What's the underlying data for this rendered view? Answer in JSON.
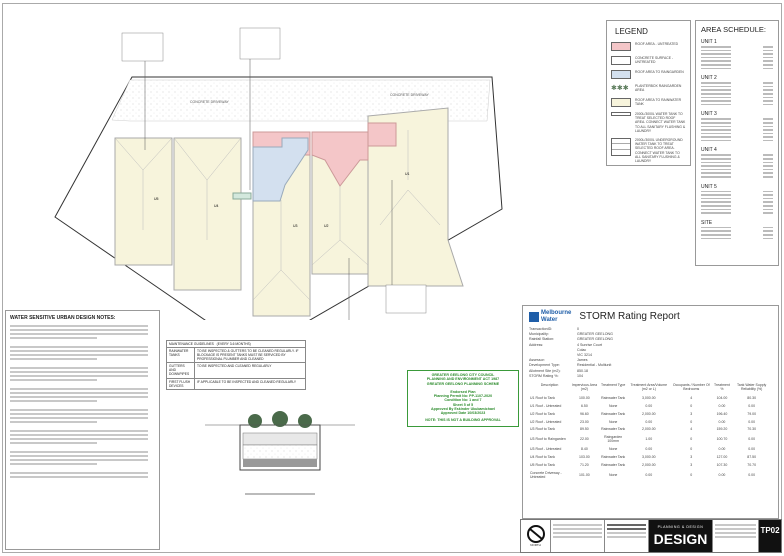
{
  "site_plan": {
    "driveway_labels": [
      "CONCRETE DRIVEWAY",
      "CONCRETE DRIVEWAY"
    ],
    "unit_labels": [
      "U1",
      "U2",
      "U3",
      "U4",
      "U5"
    ]
  },
  "legend": {
    "title": "LEGEND",
    "items": [
      {
        "label": "ROOF AREA - UNTREATED",
        "color": "#f4c6c8"
      },
      {
        "label": "CONCRETE SURFACE - UNTREATED",
        "color": "#ffffff"
      },
      {
        "label": "ROOF AREA TO RAINGARDEN",
        "color": "#d3e0ef"
      },
      {
        "label": "PLANTERBOX RAINGARDEN AREA",
        "color": "#5a7a5a"
      },
      {
        "label": "ROOF AREA TO RAINWATER TANK",
        "color": "#f7f4dc"
      },
      {
        "label": "2000L/3000L WATER TANK TO TREAT SELECTED ROOF AREA. CONNECT WATER TANK TO ALL SANITARY FLUSHING & LAUNDRY",
        "color": "#ffffff"
      },
      {
        "label": "2000L/3000L UNDERGROUND WATER TANK TO TREAT SELECTED ROOF AREA. CONNECT WATER TANK TO ALL SANITARY FLUSHING & LAUNDRY",
        "color": "#ffffff"
      }
    ]
  },
  "area_schedule": {
    "title": "AREA SCHEDULE:",
    "units": [
      "UNIT 1",
      "UNIT 2",
      "UNIT 3",
      "UNIT 4",
      "UNIT 5",
      "SITE"
    ]
  },
  "wsud": {
    "title": "WATER SENSITIVE URBAN DESIGN NOTES:"
  },
  "maintenance": {
    "title": "MAINTENANCE GUIDELINES",
    "freq": "(EVERY 3-6 MONTHS)",
    "rows": [
      {
        "item": "RAINWATER TANKS",
        "text": "TO BE INSPECTED & GUTTERS TO BE CLEANED REGULARLY. IF BLOCKAGE IS PRESENT TANKS MUST BE SERVICED BY PROFESSIONAL PLUMBER AND CLEANED"
      },
      {
        "item": "GUTTERS AND DOWNPIPES",
        "text": "TO BE INSPECTED AND CLEANED REGULARLY"
      },
      {
        "item": "FIRST FLUSH DEVICES",
        "text": "IF APPLICABLE TO BE INSPECTED AND CLEANED REGULARLY"
      }
    ]
  },
  "stamp": {
    "lines": [
      "GREATER GEELONG CITY COUNCIL",
      "PLANNING AND ENVIRONMENT ACT 1987",
      "GREATER GEELONG PLANNING SCHEME",
      "",
      "Endorsed Plan",
      "Planning Permit No: PP-1107-2020",
      "Condition No: 1 and 7",
      "Sheet 5 of 5",
      "Approved By Eskinder Ukubamichael",
      "Approved Date 10/03/2023"
    ],
    "note": "NOTE: THIS IS NOT A BUILDING APPROVAL",
    "color": "#3a9a3a"
  },
  "storm": {
    "logo": [
      "Melbourne",
      "Water"
    ],
    "title": "STORM Rating Report",
    "fields": [
      [
        "TransactionID:",
        "0"
      ],
      [
        "Municipality:",
        "GREATER GEELONG"
      ],
      [
        "Rainfall Station:",
        "GREATER GEELONG"
      ],
      [
        "Address:",
        "4 Sunrise Court"
      ],
      [
        "",
        ""
      ],
      [
        "",
        "Colac"
      ],
      [
        "",
        "VIC          3214"
      ],
      [
        "Assessor:",
        "James"
      ],
      [
        "Development Type:",
        "Residential - Multiunit"
      ],
      [
        "Allotment Site (m2):",
        "850.18"
      ],
      [
        "STORM Rating %:",
        "104"
      ]
    ],
    "columns": [
      "Description",
      "Impervious Area (m2)",
      "Treatment Type",
      "Treatment Area/Volume (m2 or L)",
      "Occupants / Number Of Bedrooms",
      "Treatment %",
      "Tank Water Supply Reliability (%)"
    ],
    "rows": [
      [
        "U1 Roof to Tank",
        "100.00",
        "Rainwater Tank",
        "3,000.00",
        "4",
        "104.00",
        "80.30"
      ],
      [
        "U1 Roof - Untreated",
        "6.50",
        "None",
        "0.00",
        "0",
        "0.00",
        "0.00"
      ],
      [
        "U2 Roof to Tank",
        "96.60",
        "Rainwater Tank",
        "2,000.00",
        "3",
        "196.40",
        "79.00"
      ],
      [
        "U2 Roof - Untreated",
        "23.00",
        "None",
        "0.00",
        "0",
        "0.00",
        "0.00"
      ],
      [
        "U3 Roof to Tank",
        "89.50",
        "Rainwater Tank",
        "2,000.00",
        "4",
        "159.20",
        "70.30"
      ],
      [
        "U3 Roof to Raingarden",
        "22.00",
        "Raingarden 100mm",
        "1.00",
        "0",
        "100.70",
        "0.00"
      ],
      [
        "U3 Roof - Untreated",
        "8.40",
        "None",
        "0.00",
        "0",
        "0.00",
        "0.00"
      ],
      [
        "U4 Roof to Tank",
        "103.00",
        "Rainwater Tank",
        "3,000.00",
        "3",
        "127.00",
        "87.50"
      ],
      [
        "U5 Roof to Tank",
        "71.20",
        "Rainwater Tank",
        "2,000.00",
        "3",
        "107.30",
        "70.70"
      ],
      [
        "Concrete Driveway - Untreated",
        "101.00",
        "None",
        "0.00",
        "0",
        "0.00",
        "0.00"
      ]
    ]
  },
  "title_block": {
    "north": "NORTH",
    "brand_small": "PLANNING & DESIGN",
    "brand": "DESIGN",
    "drawing_no": "TP02"
  }
}
